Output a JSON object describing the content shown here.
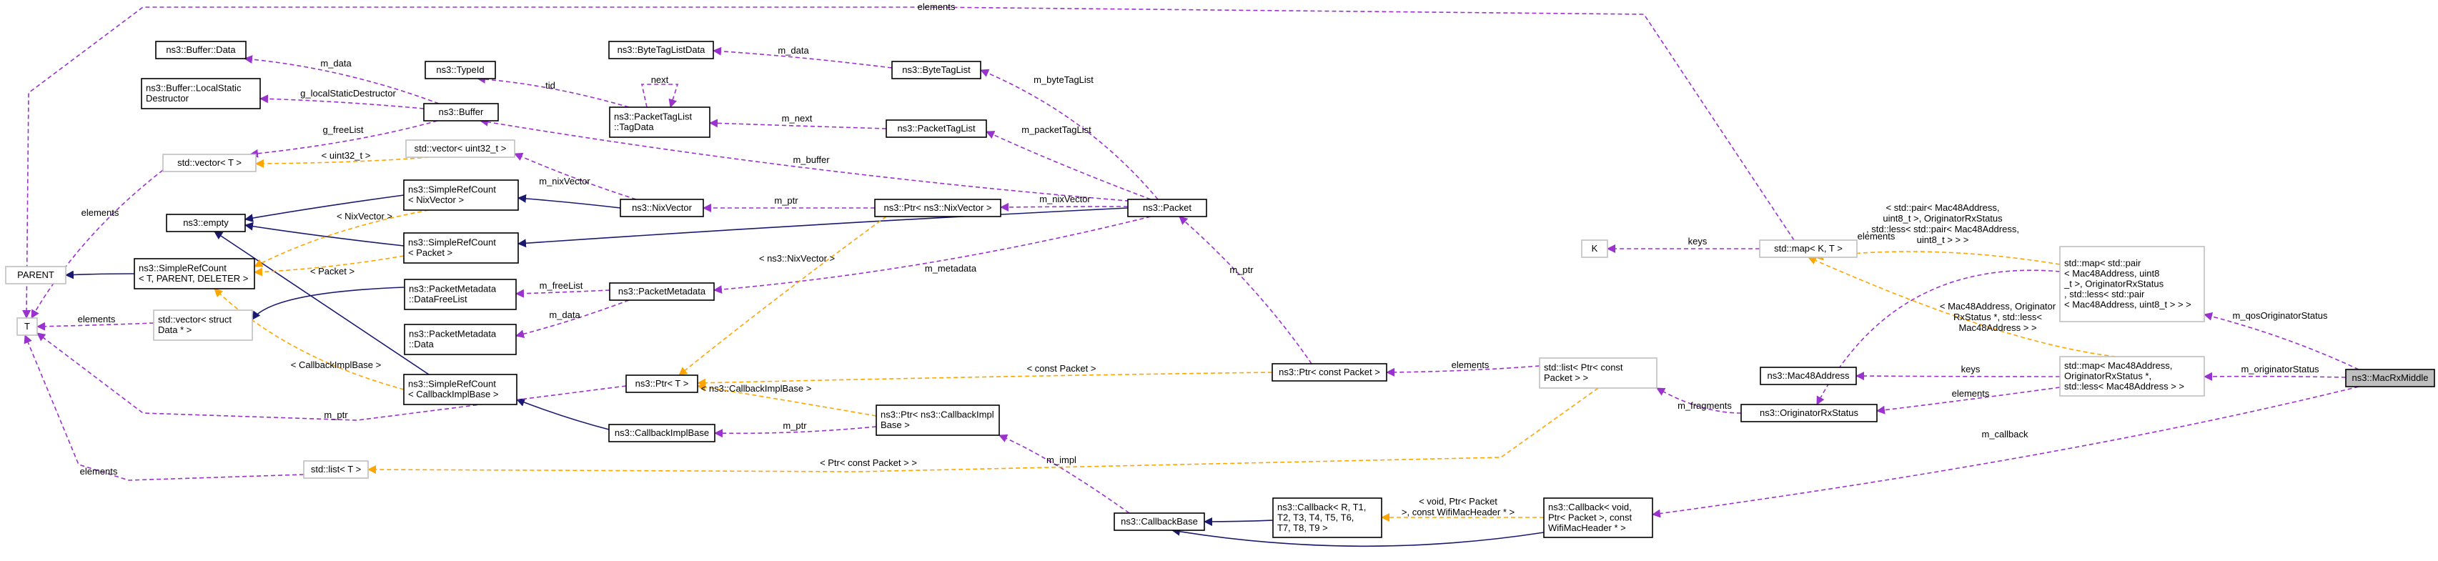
{
  "diagram": {
    "colors": {
      "inheritance": "#191970",
      "usage": "#9a32cd",
      "template": "#ffa500",
      "node_border": "#000000",
      "node_border_external": "#bfbfbf",
      "focus_fill": "#bfbfbf",
      "text": "#000000"
    },
    "nodes": [
      {
        "id": "buffer_data",
        "lines": [
          "ns3::Buffer::Data"
        ],
        "kind": "class"
      },
      {
        "id": "buffer_lsd",
        "lines": [
          "ns3::Buffer::LocalStatic",
          "Destructor"
        ],
        "kind": "class"
      },
      {
        "id": "typeid",
        "lines": [
          "ns3::TypeId"
        ],
        "kind": "class"
      },
      {
        "id": "bytetaglistdata",
        "lines": [
          "ns3::ByteTagListData"
        ],
        "kind": "class"
      },
      {
        "id": "bytetaglist",
        "lines": [
          "ns3::ByteTagList"
        ],
        "kind": "class"
      },
      {
        "id": "packettaglist_tagdata",
        "lines": [
          "ns3::PacketTagList",
          "::TagData"
        ],
        "kind": "class"
      },
      {
        "id": "buffer",
        "lines": [
          "ns3::Buffer"
        ],
        "kind": "class"
      },
      {
        "id": "packettaglist",
        "lines": [
          "ns3::PacketTagList"
        ],
        "kind": "class"
      },
      {
        "id": "vector_t",
        "lines": [
          "std::vector< T >"
        ],
        "kind": "external"
      },
      {
        "id": "vector_u32",
        "lines": [
          "std::vector< uint32_t >"
        ],
        "kind": "external"
      },
      {
        "id": "empty",
        "lines": [
          "ns3::empty"
        ],
        "kind": "class"
      },
      {
        "id": "src_nix",
        "lines": [
          "ns3::SimpleRefCount",
          "< NixVector >"
        ],
        "kind": "class"
      },
      {
        "id": "nixvector",
        "lines": [
          "ns3::NixVector"
        ],
        "kind": "class"
      },
      {
        "id": "ptr_nix",
        "lines": [
          "ns3::Ptr< ns3::NixVector >"
        ],
        "kind": "class"
      },
      {
        "id": "packet",
        "lines": [
          "ns3::Packet"
        ],
        "kind": "class"
      },
      {
        "id": "parent",
        "lines": [
          "PARENT"
        ],
        "kind": "external"
      },
      {
        "id": "src_tpd",
        "lines": [
          "ns3::SimpleRefCount",
          "< T, PARENT, DELETER >"
        ],
        "kind": "class"
      },
      {
        "id": "src_packet",
        "lines": [
          "ns3::SimpleRefCount",
          "< Packet >"
        ],
        "kind": "class"
      },
      {
        "id": "t",
        "lines": [
          "T"
        ],
        "kind": "external"
      },
      {
        "id": "vector_struct",
        "lines": [
          "std::vector< struct",
          "Data * >"
        ],
        "kind": "external"
      },
      {
        "id": "pm_dfl",
        "lines": [
          "ns3::PacketMetadata",
          "::DataFreeList"
        ],
        "kind": "class"
      },
      {
        "id": "pm_data",
        "lines": [
          "ns3::PacketMetadata",
          "::Data"
        ],
        "kind": "class"
      },
      {
        "id": "packetmetadata",
        "lines": [
          "ns3::PacketMetadata"
        ],
        "kind": "class"
      },
      {
        "id": "src_cib",
        "lines": [
          "ns3::SimpleRefCount",
          "< CallbackImplBase >"
        ],
        "kind": "class"
      },
      {
        "id": "ptr_t",
        "lines": [
          "ns3::Ptr< T >"
        ],
        "kind": "class"
      },
      {
        "id": "callbackimplbase",
        "lines": [
          "ns3::CallbackImplBase"
        ],
        "kind": "class"
      },
      {
        "id": "ptr_cib",
        "lines": [
          "ns3::Ptr< ns3::CallbackImpl",
          "Base >"
        ],
        "kind": "class"
      },
      {
        "id": "list_t",
        "lines": [
          "std::list< T >"
        ],
        "kind": "external"
      },
      {
        "id": "callbackbase",
        "lines": [
          "ns3::CallbackBase"
        ],
        "kind": "class"
      },
      {
        "id": "callback_r",
        "lines": [
          "ns3::Callback< R, T1,",
          "T2, T3, T4, T5, T6,",
          "T7, T8, T9 >"
        ],
        "kind": "class"
      },
      {
        "id": "callback_void",
        "lines": [
          "ns3::Callback< void,",
          "Ptr< Packet >, const",
          "WifiMacHeader * >"
        ],
        "kind": "class"
      },
      {
        "id": "ptr_const_packet",
        "lines": [
          "ns3::Ptr< const Packet >"
        ],
        "kind": "class"
      },
      {
        "id": "list_ptr_packet",
        "lines": [
          "std::list< Ptr< const",
          "Packet > >"
        ],
        "kind": "external"
      },
      {
        "id": "k",
        "lines": [
          "K"
        ],
        "kind": "external"
      },
      {
        "id": "map_kt",
        "lines": [
          "std::map< K, T >"
        ],
        "kind": "external"
      },
      {
        "id": "map_pair",
        "lines": [
          "std::map< std::pair",
          "< Mac48Address, uint8",
          "_t >, OriginatorRxStatus",
          ", std::less< std::pair",
          "< Mac48Address, uint8_t > > >"
        ],
        "kind": "external"
      },
      {
        "id": "mac48address",
        "lines": [
          "ns3::Mac48Address"
        ],
        "kind": "class"
      },
      {
        "id": "map_mac",
        "lines": [
          "std::map< Mac48Address,",
          "OriginatorRxStatus *,",
          "std::less< Mac48Address > >"
        ],
        "kind": "external"
      },
      {
        "id": "originatorrxstatus",
        "lines": [
          "ns3::OriginatorRxStatus"
        ],
        "kind": "class"
      },
      {
        "id": "macrxmiddle",
        "lines": [
          "ns3::MacRxMiddle"
        ],
        "kind": "focus"
      }
    ],
    "edges": [
      {
        "from": "vector_struct",
        "to": "pm_dfl",
        "type": "inheritance",
        "label": ""
      },
      {
        "from": "src_tpd",
        "to": "parent",
        "type": "inheritance",
        "label": ""
      },
      {
        "from": "src_nix",
        "to": "empty",
        "type": "inheritance",
        "label": ""
      },
      {
        "from": "src_packet",
        "to": "empty",
        "type": "inheritance",
        "label": ""
      },
      {
        "from": "src_cib",
        "to": "empty",
        "type": "inheritance",
        "label": ""
      },
      {
        "from": "nixvector",
        "to": "src_nix",
        "type": "inheritance",
        "label": ""
      },
      {
        "from": "packet",
        "to": "src_packet",
        "type": "inheritance",
        "label": ""
      },
      {
        "from": "callbackimplbase",
        "to": "src_cib",
        "type": "inheritance",
        "label": ""
      },
      {
        "from": "callback_r",
        "to": "callbackbase",
        "type": "inheritance",
        "label": ""
      },
      {
        "from": "callback_void",
        "to": "callbackbase",
        "type": "inheritance",
        "label": ""
      },
      {
        "from": "buffer",
        "to": "buffer_data",
        "type": "usage",
        "label": "m_data"
      },
      {
        "from": "buffer",
        "to": "buffer_lsd",
        "type": "usage",
        "label": "g_localStaticDestructor"
      },
      {
        "from": "buffer",
        "to": "vector_t",
        "type": "usage",
        "label": "g_freeList"
      },
      {
        "from": "bytetaglist",
        "to": "bytetaglistdata",
        "type": "usage",
        "label": "m_data"
      },
      {
        "from": "packettaglist_tagdata",
        "to": "typeid",
        "type": "usage",
        "label": "tid"
      },
      {
        "from": "packettaglist_tagdata",
        "to": "packettaglist_tagdata",
        "type": "usage",
        "label": "next"
      },
      {
        "from": "packettaglist",
        "to": "packettaglist_tagdata",
        "type": "usage",
        "label": "m_next"
      },
      {
        "from": "packet",
        "to": "bytetaglist",
        "type": "usage",
        "label": "m_byteTagList"
      },
      {
        "from": "packet",
        "to": "packettaglist",
        "type": "usage",
        "label": "m_packetTagList"
      },
      {
        "from": "packet",
        "to": "buffer",
        "type": "usage",
        "label": "m_buffer"
      },
      {
        "from": "packet",
        "to": "ptr_nix",
        "type": "usage",
        "label": "m_nixVector"
      },
      {
        "from": "packet",
        "to": "packetmetadata",
        "type": "usage",
        "label": "m_metadata"
      },
      {
        "from": "nixvector",
        "to": "vector_u32",
        "type": "usage",
        "label": "m_nixVector"
      },
      {
        "from": "ptr_nix",
        "to": "nixvector",
        "type": "usage",
        "label": "m_ptr"
      },
      {
        "from": "packetmetadata",
        "to": "pm_dfl",
        "type": "usage",
        "label": "m_freeList"
      },
      {
        "from": "packetmetadata",
        "to": "pm_data",
        "type": "usage",
        "label": "m_data"
      },
      {
        "from": "vector_t",
        "to": "t",
        "type": "usage",
        "label": "elements"
      },
      {
        "from": "vector_struct",
        "to": "t",
        "type": "usage",
        "label": "elements"
      },
      {
        "from": "ptr_t",
        "to": "t",
        "type": "usage",
        "label": "m_ptr"
      },
      {
        "from": "list_t",
        "to": "t",
        "type": "usage",
        "label": "elements"
      },
      {
        "from": "map_kt",
        "to": "t",
        "type": "usage",
        "label": "elements"
      },
      {
        "from": "ptr_cib",
        "to": "callbackimplbase",
        "type": "usage",
        "label": "m_ptr"
      },
      {
        "from": "callbackbase",
        "to": "ptr_cib",
        "type": "usage",
        "label": "m_impl"
      },
      {
        "from": "ptr_const_packet",
        "to": "packet",
        "type": "usage",
        "label": "m_ptr"
      },
      {
        "from": "list_ptr_packet",
        "to": "ptr_const_packet",
        "type": "usage",
        "label": "elements"
      },
      {
        "from": "originatorrxstatus",
        "to": "list_ptr_packet",
        "type": "usage",
        "label": "m_fragments"
      },
      {
        "from": "map_kt",
        "to": "k",
        "type": "usage",
        "label": "keys"
      },
      {
        "from": "map_pair",
        "to": "originatorrxstatus",
        "type": "usage",
        "label": "elements"
      },
      {
        "from": "map_mac",
        "to": "mac48address",
        "type": "usage",
        "label": "keys"
      },
      {
        "from": "map_mac",
        "to": "originatorrxstatus",
        "type": "usage",
        "label": "elements"
      },
      {
        "from": "macrxmiddle",
        "to": "map_pair",
        "type": "usage",
        "label": "m_qosOriginatorStatus"
      },
      {
        "from": "macrxmiddle",
        "to": "map_mac",
        "type": "usage",
        "label": "m_originatorStatus"
      },
      {
        "from": "macrxmiddle",
        "to": "callback_void",
        "type": "usage",
        "label": "m_callback"
      },
      {
        "from": "vector_u32",
        "to": "vector_t",
        "type": "template",
        "label": "< uint32_t >"
      },
      {
        "from": "src_nix",
        "to": "src_tpd",
        "type": "template",
        "label": "< NixVector >"
      },
      {
        "from": "src_packet",
        "to": "src_tpd",
        "type": "template",
        "label": "< Packet >"
      },
      {
        "from": "src_cib",
        "to": "src_tpd",
        "type": "template",
        "label": "< CallbackImplBase >"
      },
      {
        "from": "ptr_nix",
        "to": "ptr_t",
        "type": "template",
        "label": "< ns3::NixVector >"
      },
      {
        "from": "ptr_cib",
        "to": "ptr_t",
        "type": "template",
        "label": "< ns3::CallbackImplBase >"
      },
      {
        "from": "ptr_const_packet",
        "to": "ptr_t",
        "type": "template",
        "label": "< const Packet >"
      },
      {
        "from": "list_ptr_packet",
        "to": "list_t",
        "type": "template",
        "label": "< Ptr< const Packet > >"
      },
      {
        "from": "map_pair",
        "to": "map_kt",
        "type": "template",
        "label": "< std::pair< Mac48Address,\nuint8_t >, OriginatorRxStatus\n, std::less< std::pair< Mac48Address,\nuint8_t > > >"
      },
      {
        "from": "map_mac",
        "to": "map_kt",
        "type": "template",
        "label": "< Mac48Address, Originator\nRxStatus *, std::less<\nMac48Address > >"
      },
      {
        "from": "callback_void",
        "to": "callback_r",
        "type": "template",
        "label": "< void, Ptr< Packet\n>, const WifiMacHeader * >"
      }
    ]
  }
}
